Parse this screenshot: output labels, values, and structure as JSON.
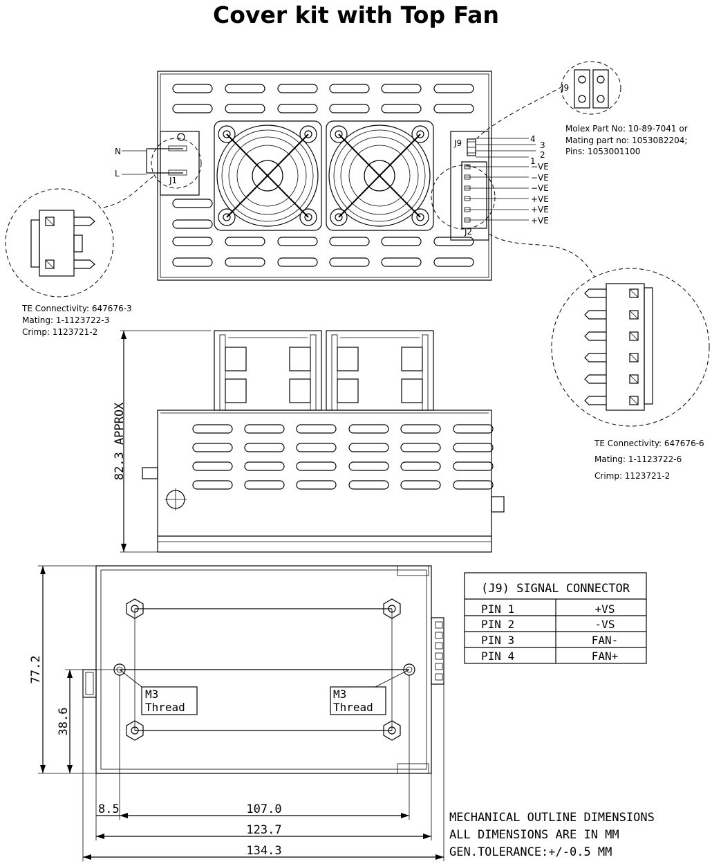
{
  "title": "Cover kit with Top Fan",
  "top_view": {
    "j1_label": "J1",
    "j9_label": "J9",
    "j2_label": "J2",
    "n_label": "N",
    "l_label": "L",
    "j9_pins": [
      "4",
      "3",
      "2",
      "1"
    ],
    "j2_pins": [
      "−VE",
      "−VE",
      "−VE",
      "+VE",
      "+VE",
      "+VE"
    ]
  },
  "j9_callout": {
    "label": "J9",
    "line1": "Molex Part No: 10-89-7041 or",
    "line2": "Mating part no: 1053082204;",
    "line3": "Pins: 1053001100"
  },
  "j1_callout": {
    "line1": "TE Connectivity: 647676-3",
    "line2": "Mating: 1-1123722-3",
    "line3": "Crimp: 1123721-2"
  },
  "j2_callout": {
    "line1": "TE Connectivity: 647676-6",
    "line2": "Mating: 1-1123722-6",
    "line3": "Crimp: 1123721-2"
  },
  "side_view": {
    "height_dim": "82.3 APPROX"
  },
  "bottom_view": {
    "m3_a_line1": "M3",
    "m3_a_line2": "Thread",
    "m3_b_line1": "M3",
    "m3_b_line2": "Thread",
    "dim_77": "77.2",
    "dim_386": "38.6",
    "dim_85": "8.5",
    "dim_107": "107.0",
    "dim_1237": "123.7",
    "dim_1343": "134.3"
  },
  "signal_table": {
    "header": "(J9) SIGNAL CONNECTOR",
    "rows": [
      {
        "pin": "PIN 1",
        "signal": "+VS"
      },
      {
        "pin": "PIN 2",
        "signal": "-VS"
      },
      {
        "pin": "PIN 3",
        "signal": "FAN-"
      },
      {
        "pin": "PIN 4",
        "signal": "FAN+"
      }
    ]
  },
  "notes": {
    "line1": "MECHANICAL OUTLINE DIMENSIONS",
    "line2": "ALL DIMENSIONS ARE IN MM",
    "line3": "GEN.TOLERANCE:+/-0.5 MM"
  }
}
